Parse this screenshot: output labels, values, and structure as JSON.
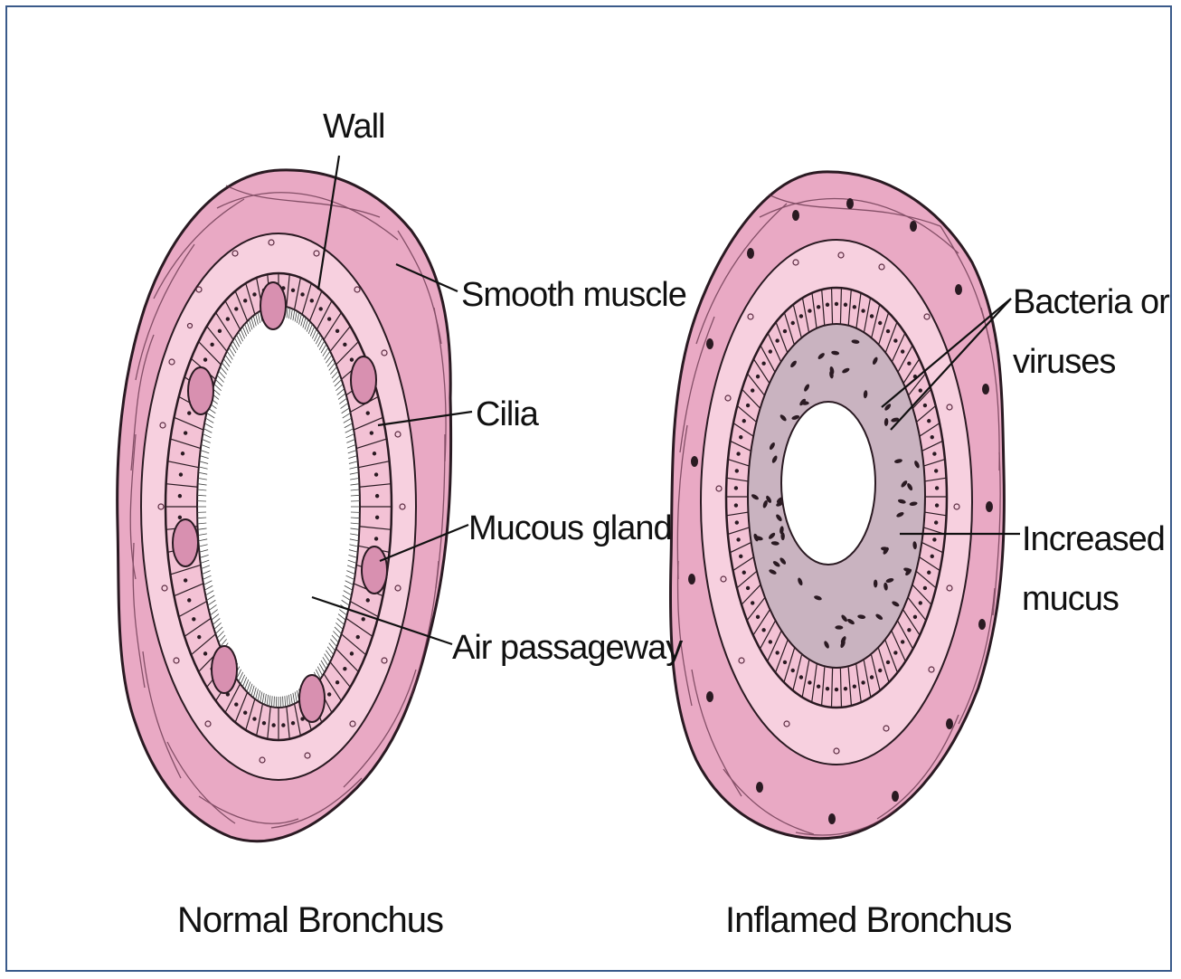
{
  "labels": {
    "wall": "Wall",
    "smooth_muscle": "Smooth muscle",
    "cilia": "Cilia",
    "mucous_gland": "Mucous gland",
    "air_passageway": "Air passageway",
    "bacteria_line1": "Bacteria or",
    "bacteria_line2": "viruses",
    "mucus_line1": "Increased",
    "mucus_line2": "mucus"
  },
  "captions": {
    "normal": "Normal Bronchus",
    "inflamed": "Inflamed Bronchus"
  },
  "colors": {
    "outer_muscle": "#e9a9c4",
    "middle_layer": "#f7d0df",
    "cell_layer": "#f3c2d5",
    "mucus": "#c9b3c0",
    "outline": "#2a1a22",
    "frame_border": "#3a5a8a"
  }
}
